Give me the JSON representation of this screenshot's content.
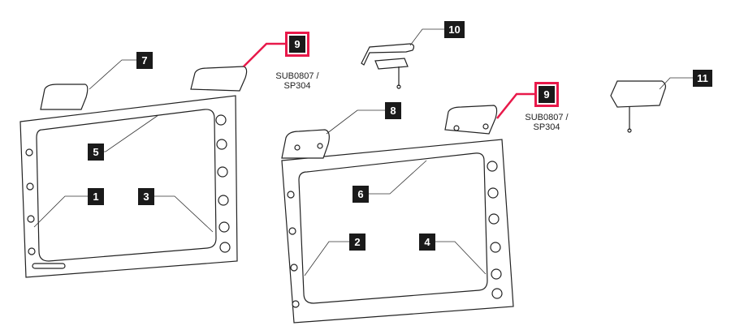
{
  "callouts": {
    "c1": "1",
    "c2": "2",
    "c3": "3",
    "c4": "4",
    "c5": "5",
    "c6": "6",
    "c7": "7",
    "c8": "8",
    "c9a": "9",
    "c9b": "9",
    "c10": "10",
    "c11": "11"
  },
  "part_numbers": {
    "p9a_line1": "SUB0807 /",
    "p9a_line2": "SP304",
    "p9b_line1": "SUB0807 /",
    "p9b_line2": "SP304"
  },
  "colors": {
    "highlight": "#e8194a",
    "callout_bg": "#1a1a1a",
    "line": "#333333"
  }
}
